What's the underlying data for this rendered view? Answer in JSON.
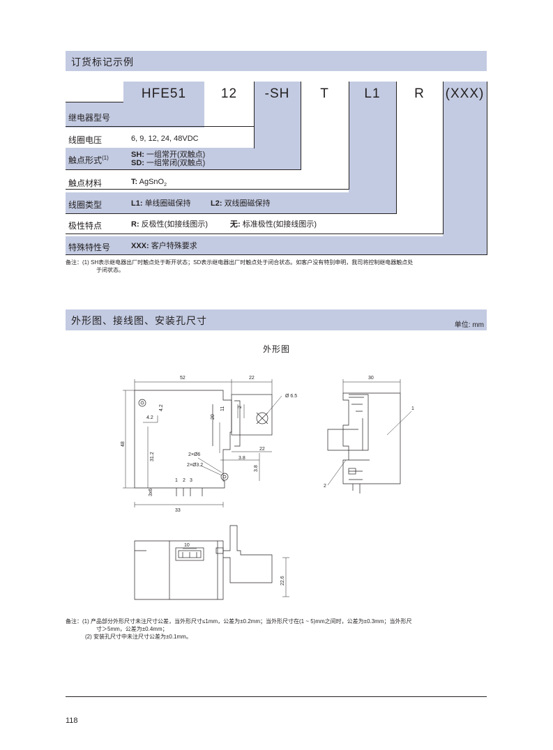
{
  "section1": {
    "title": "订货标记示例"
  },
  "code": {
    "parts": [
      "HFE51",
      "12",
      "-SH",
      "T",
      "L1",
      "R",
      "(XXX)"
    ]
  },
  "rows": [
    {
      "label": "继电器型号"
    },
    {
      "label": "线圈电压",
      "value": "6, 9, 12, 24, 48VDC"
    },
    {
      "label": "触点形式",
      "sup": "(1)",
      "lines": [
        {
          "key": "SH:",
          "text": "一组常开(双触点)"
        },
        {
          "key": "SD:",
          "text": "一组常闭(双触点)"
        }
      ]
    },
    {
      "label": "触点材料",
      "key": "T:",
      "text": "AgSnO",
      "sub": "2"
    },
    {
      "label": "线圈类型",
      "key1": "L1:",
      "text1": "单线圈磁保持",
      "key2": "L2:",
      "text2": "双线圈磁保持"
    },
    {
      "label": "极性特点",
      "key1": "R:",
      "text1": "反极性(如接线图示)",
      "key2": "无:",
      "text2": "标准极性(如接线图示)"
    },
    {
      "label": "特殊特性号",
      "key": "XXX:",
      "text": "客户特殊要求"
    }
  ],
  "note1": {
    "line1": "备注：(1)  SH表示继电器出厂时触点处于断开状态；SD表示继电器出厂时触点处于闭合状态。如客户没有特别申明，我司将控制继电器触点处",
    "line2": "于闭状态。"
  },
  "section2": {
    "title": "外形图、接线图、安装孔尺寸",
    "unit": "单位: mm"
  },
  "figure": {
    "title": "外形图",
    "dims": {
      "d52": "52",
      "d22top": "22",
      "d30": "30",
      "d6_5": "Ø 6.5",
      "d4_2a": "4.2",
      "d4_2b": "4.2",
      "d11": "11",
      "d2": "2",
      "d20": "20",
      "d22mid": "22",
      "d48": "48",
      "d31_2": "31.2",
      "d2x6": "2×Ø6",
      "d2x3_2": "2×Ø3.2",
      "d3_8a": "3.8",
      "d3_8b": "3.8",
      "p1": "1",
      "p2": "2",
      "p3": "3",
      "d3x6": "3x6",
      "d33": "33",
      "d10": "10",
      "d22_6": "22.6",
      "call1": "1",
      "call2": "2"
    }
  },
  "note2": {
    "line1": "备注：(1)  产品部分外形尺寸未注尺寸公差，当外形尺寸≤1mm，公差为±0.2mm；当外形尺寸在(1 ~ 5)mm之间时，公差为±0.3mm；当外形尺",
    "line2": "寸＞5mm，公差为±0.4mm；",
    "line3": "(2)  安装孔尺寸中未注尺寸公差为±0.1mm。"
  },
  "footer": {
    "page": "118"
  }
}
